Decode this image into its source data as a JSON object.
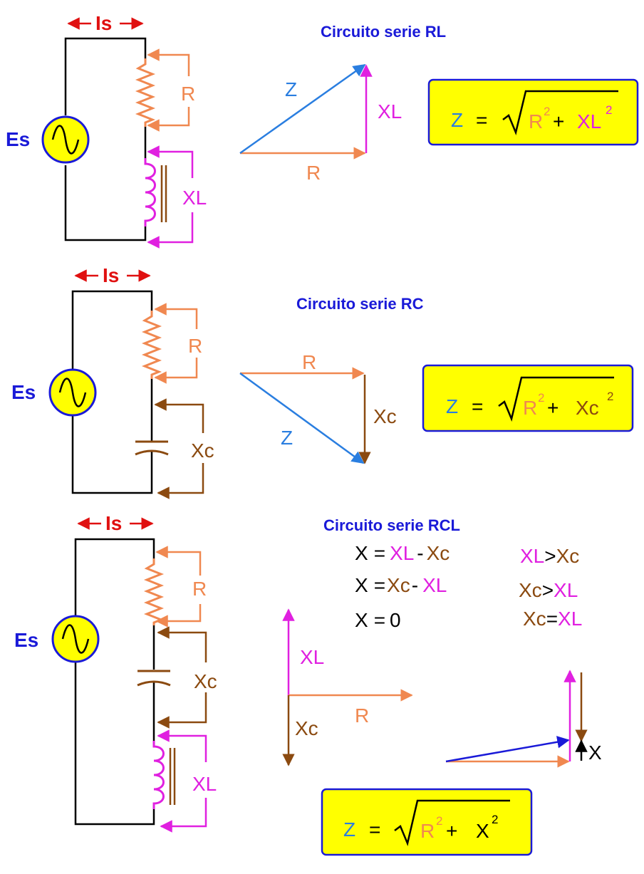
{
  "colors": {
    "source_fill": "#ffff00",
    "source_stroke": "#1a1ad8",
    "current": "#e01010",
    "resistor": "#f08850",
    "inductor": "#e020e0",
    "capacitor": "#8b4a10",
    "impedance": "#2a7ee0",
    "title": "#1a1ad8",
    "formula_box": "#ffff00"
  },
  "icons": [
    "ac-source-icon",
    "resistor-icon",
    "inductor-icon",
    "capacitor-icon",
    "arrow-icon"
  ],
  "source_label": "Es",
  "current_label": "Is",
  "rl": {
    "title": "Circuito serie  RL",
    "r_label": "R",
    "xl_label": "XL",
    "z_label": "Z",
    "formula": {
      "lhs": "Z",
      "eq": "=",
      "t1": "R",
      "exp1": "2",
      "plus": "+",
      "t2": "XL",
      "exp2": "2"
    }
  },
  "rc": {
    "title": "Circuito serie RC",
    "r_label": "R",
    "xc_label": "Xc",
    "z_label": "Z",
    "formula": {
      "lhs": "Z",
      "eq": "=",
      "t1": "R",
      "exp1": "2",
      "plus": "+",
      "t2": "Xc",
      "exp2": "2"
    }
  },
  "rcl": {
    "title": "Circuito serie RCL",
    "r_label": "R",
    "xl_label": "XL",
    "xc_label": "Xc",
    "x_label": "X",
    "equations": [
      {
        "lhs": "X",
        "eq": "=",
        "a": "XL",
        "minus": "-",
        "b": "Xc"
      },
      {
        "lhs": "X",
        "eq": "=",
        "a": "Xc",
        "minus": "-",
        "b": "XL"
      },
      {
        "lhs": "X",
        "eq": "=",
        "val": "0"
      }
    ],
    "conditions": [
      {
        "a": "XL",
        "op": ">",
        "b": "Xc"
      },
      {
        "a": "Xc",
        "op": ">",
        "b": "XL"
      },
      {
        "a": "Xc",
        "op": "=",
        "b": "XL"
      }
    ],
    "formula": {
      "lhs": "Z",
      "eq": "=",
      "t1": "R",
      "exp1": "2",
      "plus": "+",
      "t2": "X",
      "exp2": "2"
    }
  }
}
